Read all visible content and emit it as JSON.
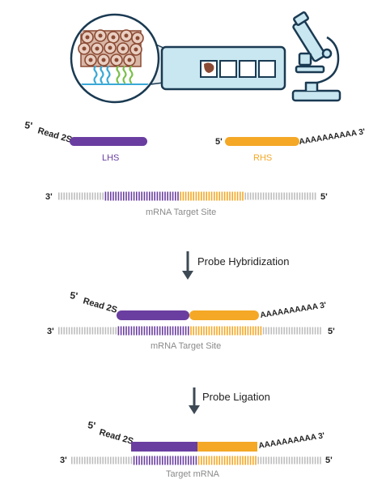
{
  "colors": {
    "lhs": "#6a3ea0",
    "rhs": "#f4a826",
    "dark": "#222222",
    "grey_text": "#8a8a8a",
    "rna_grey": "#bdbdbd",
    "slide_blue": "#1a3a52",
    "slide_fill": "#c9e7f1",
    "tissue": "#8b4a33",
    "tissue_bg": "#d8b6a6",
    "wave_blue": "#3aa9d6",
    "wave_green": "#7ac04a",
    "arrow": "#3d4a55"
  },
  "icons": [
    "tissue-magnifier-icon",
    "microscope-slide-icon",
    "microscope-icon",
    "down-arrow-icon"
  ],
  "step1": {
    "left_end": "5'",
    "left_tail": "Read 2S",
    "lhs_label": "LHS",
    "rhs_end_left": "5'",
    "rhs_label": "RHS",
    "polyA": "AAAAAAAAAA 3'",
    "rna_left": "3'",
    "rna_right": "5'",
    "rna_label": "mRNA Target Site"
  },
  "step2": {
    "arrow_label": "Probe Hybridization",
    "left_end": "5'",
    "left_tail": "Read 2S",
    "polyA": "AAAAAAAAAA 3'",
    "rna_left": "3'",
    "rna_right": "5'",
    "rna_label": "mRNA Target Site"
  },
  "step3": {
    "arrow_label": "Probe Ligation",
    "left_end": "5'",
    "left_tail": "Read 2S",
    "polyA": "AAAAAAAAAA 3'",
    "rna_left": "3'",
    "rna_right": "5'",
    "rna_label": "Target mRNA"
  }
}
